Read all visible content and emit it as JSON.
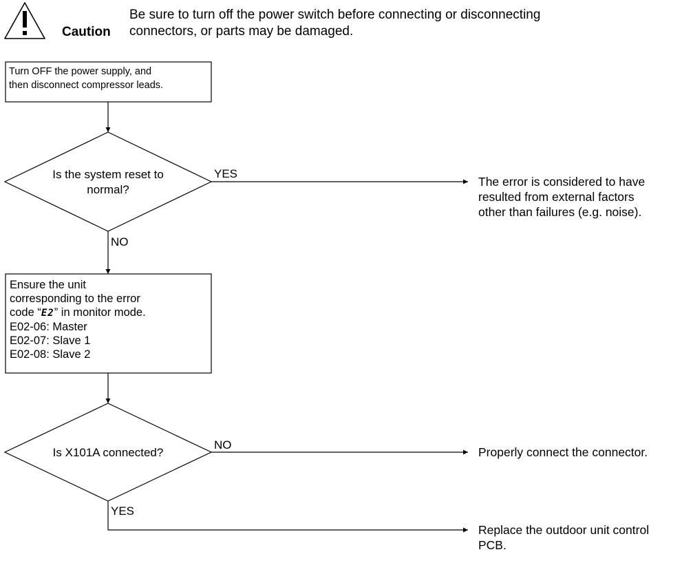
{
  "caution": {
    "icon": "warning-triangle-icon",
    "label": "Caution",
    "lines": [
      "Be sure to turn off the power switch before connecting or disconnecting",
      "connectors, or parts may be damaged."
    ]
  },
  "flow": {
    "step1": {
      "lines": [
        "Turn OFF the power supply, and",
        "then disconnect compressor leads."
      ]
    },
    "decision1": {
      "lines": [
        "Is the system reset to",
        "normal?"
      ],
      "yes_label": "YES",
      "no_label": "NO"
    },
    "result1": {
      "lines": [
        "The error is considered to have",
        "resulted from external factors",
        "other than failures (e.g. noise)."
      ]
    },
    "step2": {
      "lines": [
        "Ensure the unit",
        "corresponding to the error",
        "E02-06: Master",
        "E02-07: Slave 1",
        "E02-08: Slave 2"
      ],
      "code_line": {
        "prefix": "code “",
        "code": "E2",
        "suffix": "” in monitor mode."
      }
    },
    "decision2": {
      "lines": [
        "Is X101A connected?"
      ],
      "no_label": "NO",
      "yes_label": "YES"
    },
    "result2": {
      "lines": [
        "Properly connect the connector."
      ]
    },
    "result3": {
      "lines": [
        "Replace the outdoor unit control",
        "PCB."
      ]
    }
  },
  "colors": {
    "stroke": "#000000",
    "background": "#ffffff"
  }
}
